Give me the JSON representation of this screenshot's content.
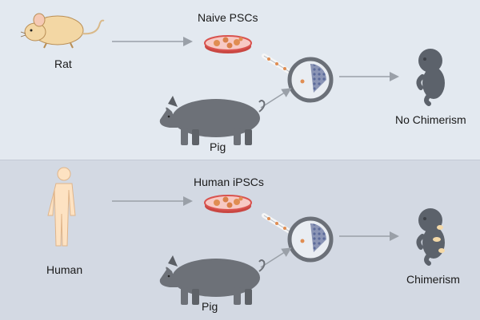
{
  "top_panel": {
    "source_label": "Rat",
    "cells_label": "Naive PSCs",
    "host_label": "Pig",
    "outcome_label": "No Chimerism"
  },
  "bottom_panel": {
    "source_label": "Human",
    "cells_label": "Human iPSCs",
    "host_label": "Pig",
    "outcome_label": "Chimerism"
  },
  "colors": {
    "top_background": "#e3e9f0",
    "bottom_background": "#d3d9e3",
    "rat_fur": "#f3d7a4",
    "human_skin": "#fde2c2",
    "pig": "#6d7178",
    "dish_rim": "#d9534f",
    "dish_fill": "#f7c9c4",
    "colony": "#e08d52",
    "embryo": "#6b7078",
    "fetus": "#5c626b",
    "chimera_patch": "#f4d9a8",
    "arrow": "#9aa0a8"
  }
}
